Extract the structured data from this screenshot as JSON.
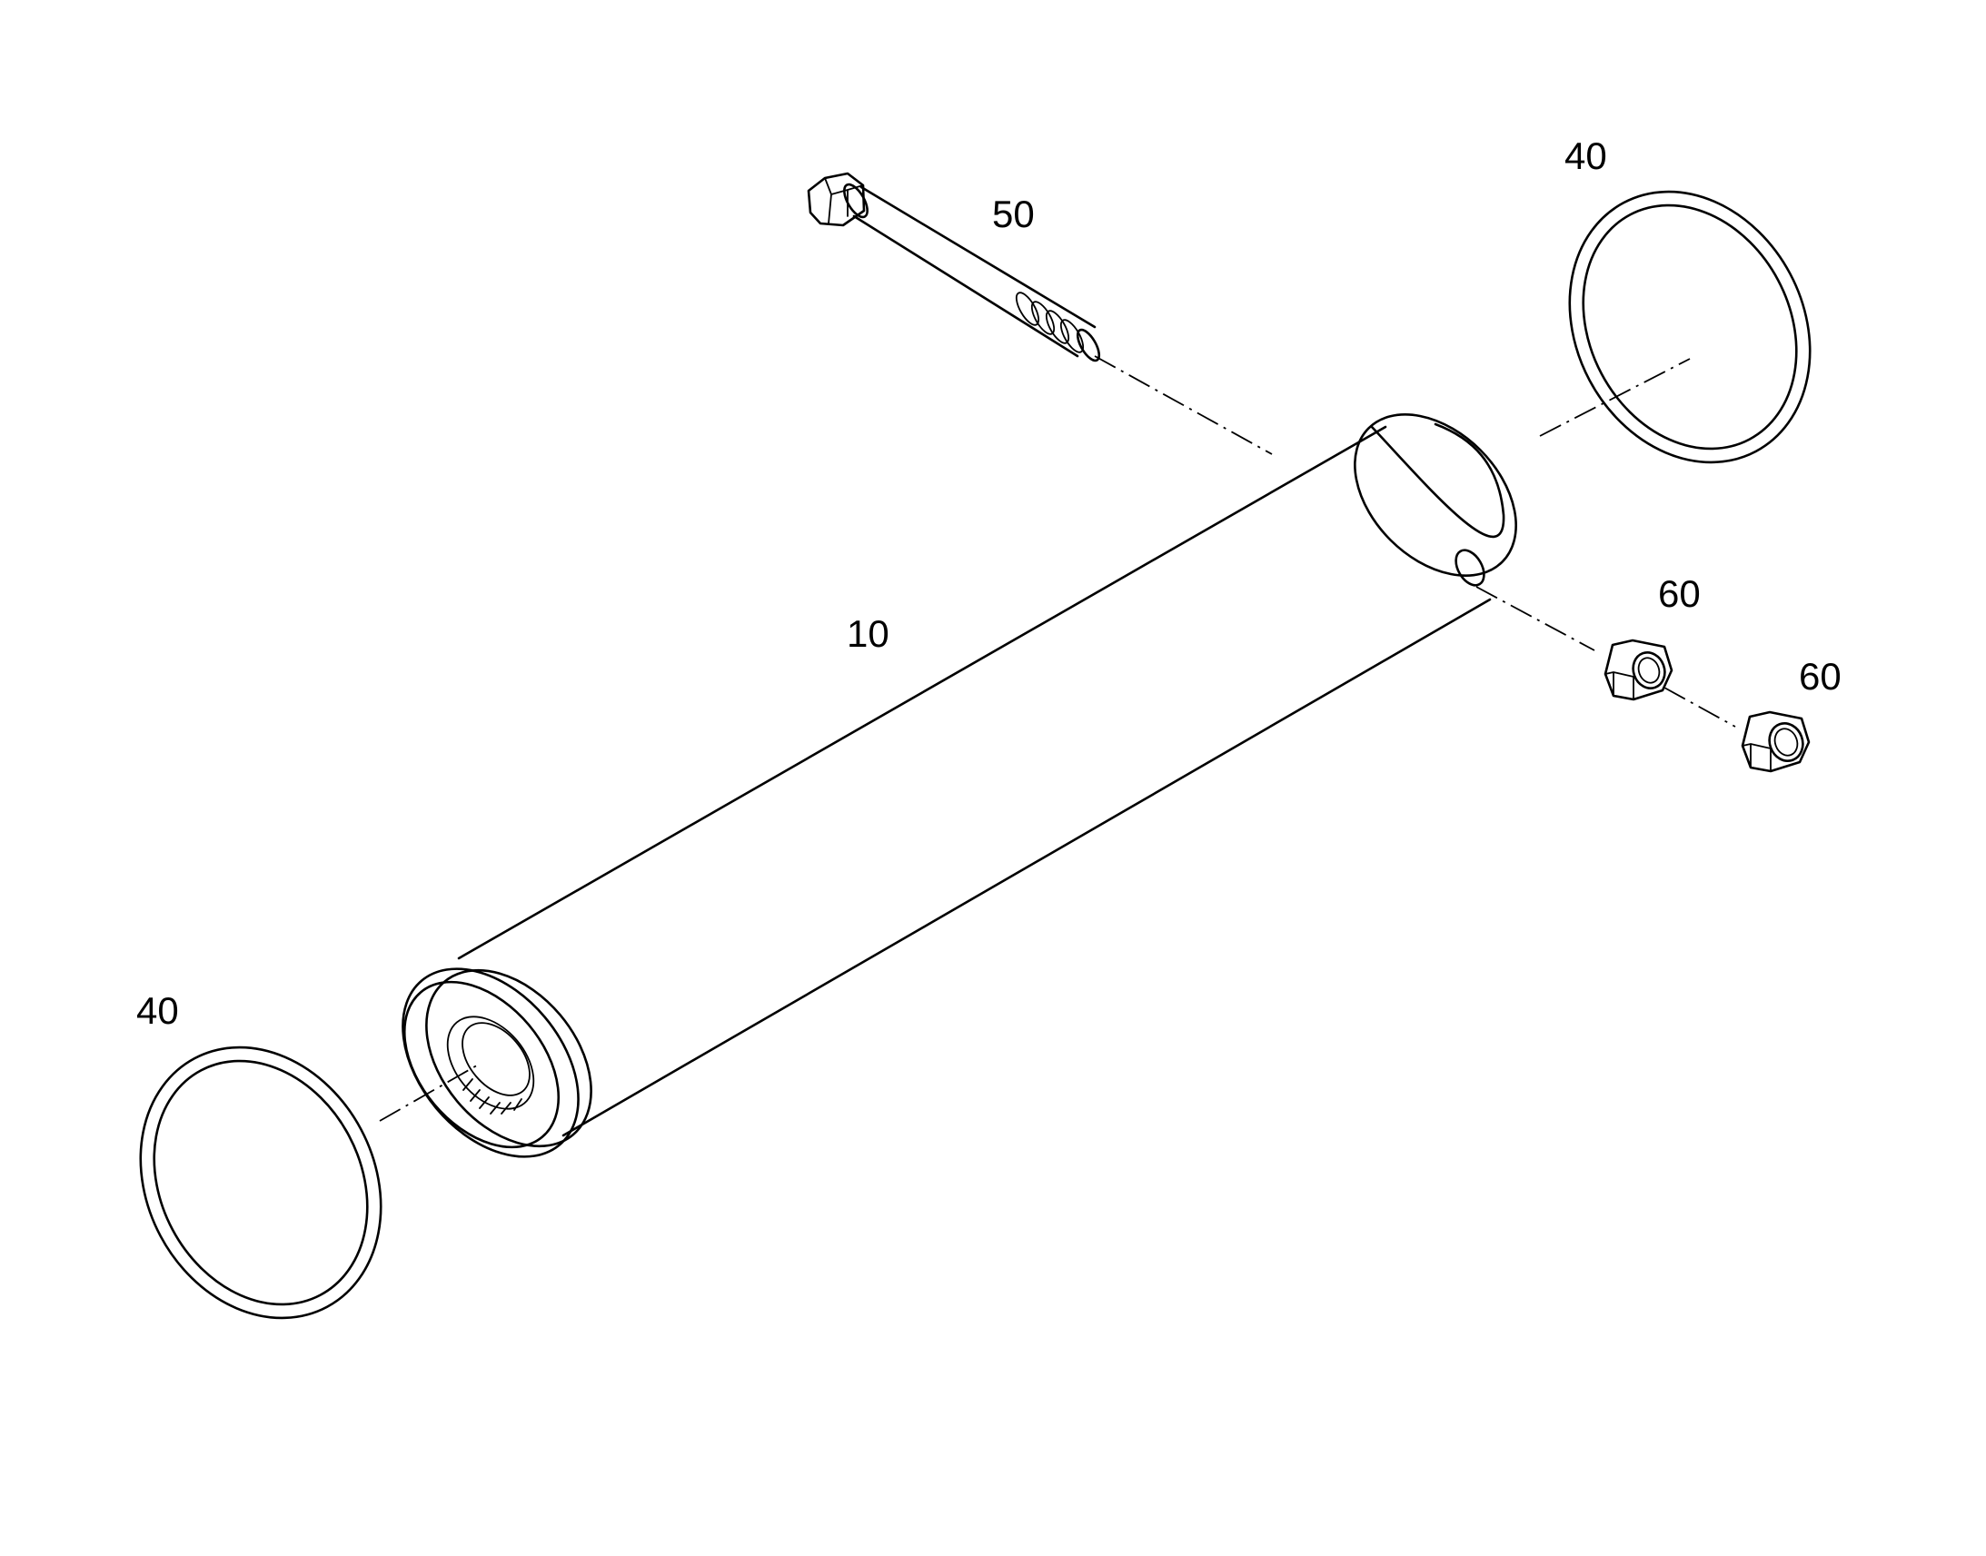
{
  "diagram": {
    "callouts": {
      "pin": "10",
      "ring_left": "40",
      "ring_right": "40",
      "bolt": "50",
      "nut_upper": "60",
      "nut_lower": "60"
    },
    "colors": {
      "ink": "#000000",
      "background": "#ffffff"
    }
  }
}
